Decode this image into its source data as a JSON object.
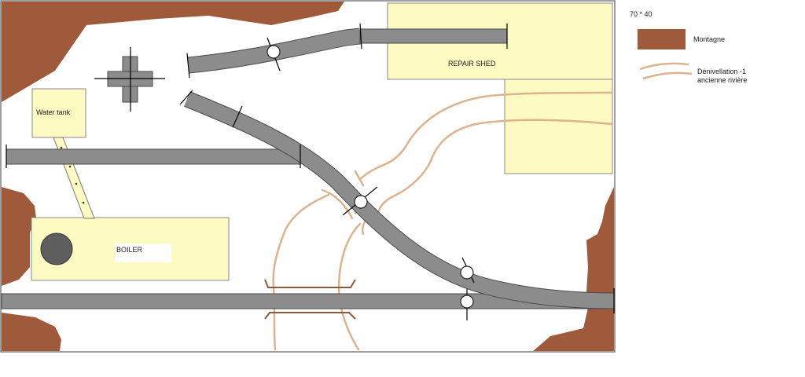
{
  "labels": {
    "scale": "70 * 40",
    "repair_shed": "REPAIR SHED",
    "water_tank": "Water tank",
    "boiler": "BOILER"
  },
  "legend": {
    "mountain": "Montagne",
    "river_line1": "Dénivellation -1",
    "river_line2": "ancienne rivière"
  },
  "colors": {
    "mountain": "#9e5a3a",
    "building": "#fdfac2",
    "track": "#8c8c8c",
    "river": "#dcb38c",
    "bridge": "#8a5a3c",
    "boiler_tank": "#5e5e5e",
    "frame": "#7f7f7f"
  }
}
